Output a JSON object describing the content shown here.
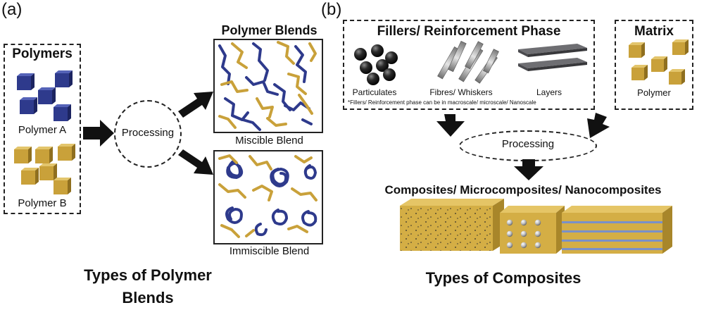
{
  "panel_a": {
    "label": "(a)",
    "polymers": {
      "title": "Polymers",
      "polymer_a": "Polymer A",
      "polymer_b": "Polymer B"
    },
    "processing": "Processing",
    "blends": {
      "title": "Polymer Blends",
      "miscible": "Miscible Blend",
      "immiscible": "Immiscible Blend"
    },
    "caption_line1": "Types of Polymer",
    "caption_line2": "Blends"
  },
  "panel_b": {
    "label": "(b)",
    "fillers": {
      "title": "Fillers/ Reinforcement Phase",
      "particulates": "Particulates",
      "fibres": "Fibres/ Whiskers",
      "layers": "Layers",
      "note": "*Fillers/ Reinforcement phase can be in macroscale/ microscale/ Nanoscale"
    },
    "matrix": {
      "title": "Matrix",
      "polymer": "Polymer"
    },
    "processing": "Processing",
    "composites_title": "Composites/ Microcomposites/ Nanocomposites",
    "caption": "Types of Composites"
  },
  "colors": {
    "polymer_a": "#2e3a8c",
    "polymer_b": "#c9a13a",
    "matrix_block": "#d4ae45",
    "fibre_stripe": "#7a90c8",
    "arrow": "#111111"
  },
  "icons": [
    "cube-icon",
    "sphere-icon",
    "cylinder-icon",
    "plate-icon",
    "arrow-icon"
  ]
}
